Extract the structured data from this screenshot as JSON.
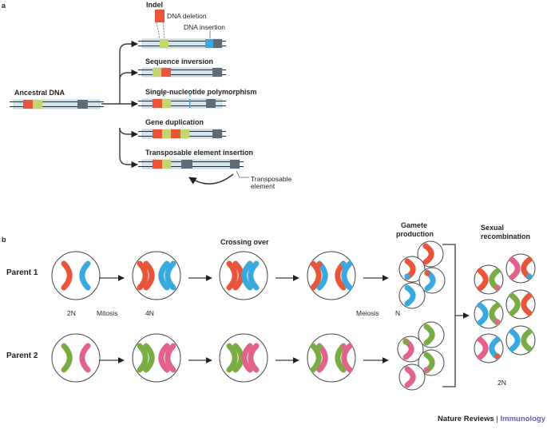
{
  "panel_a": {
    "label": "a",
    "ancestral": "Ancestral DNA",
    "indel": "Indel",
    "deletion": "DNA deletion",
    "insertion": "DNA insertion",
    "inversion": "Sequence inversion",
    "snp": "Single-nucleotide polymorphism",
    "duplication": "Gene duplication",
    "transposable_insertion": "Transposable element insertion",
    "te_line1": "Transposable",
    "te_line2": "element"
  },
  "panel_b": {
    "label": "b",
    "parent1": "Parent 1",
    "parent2": "Parent 2",
    "crossing": "Crossing over",
    "gamete1": "Gamete",
    "gamete2": "production",
    "sexual1": "Sexual",
    "sexual2": "recombination",
    "n2": "2N",
    "mitosis": "Mitosis",
    "n4": "4N",
    "meiosis": "Meiosis",
    "n": "N",
    "n2b": "2N"
  },
  "credit": {
    "journal": "Nature Reviews",
    "sep": " | ",
    "topic": "Immunology"
  },
  "colors": {
    "red": "#e8553b",
    "blue": "#3aa9e0",
    "green": "#79ad44",
    "pink": "#e2638a",
    "lime": "#c3d66b",
    "slate": "#5e6b78",
    "dna": "#d4e4ec"
  }
}
